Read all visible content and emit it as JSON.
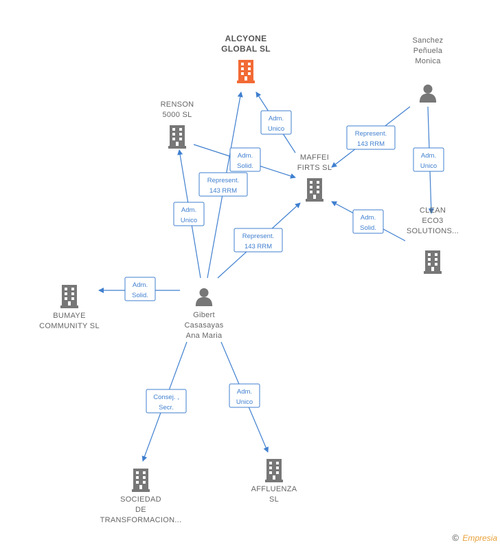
{
  "colors": {
    "edge": "#3f7fcf",
    "company": "#777777",
    "highlight": "#f26a35",
    "person": "#777777"
  },
  "nodes": {
    "alcyone": {
      "type": "company",
      "highlight": true,
      "lines": [
        "ALCYONE",
        "GLOBAL  SL"
      ]
    },
    "renson": {
      "type": "company",
      "lines": [
        "RENSON",
        "5000  SL"
      ]
    },
    "maffei": {
      "type": "company",
      "lines": [
        "MAFFEI",
        "FIRTS  SL"
      ]
    },
    "sanchez": {
      "type": "person",
      "lines": [
        "Sanchez",
        "Peñuela",
        "Monica"
      ]
    },
    "clean": {
      "type": "company",
      "lines": [
        "CLEAN",
        "ECO3",
        "SOLUTIONS..."
      ]
    },
    "bumaye": {
      "type": "company",
      "lines": [
        "BUMAYE",
        "COMMUNITY SL"
      ]
    },
    "gibert": {
      "type": "person",
      "lines": [
        "Gibert",
        "Casasayas",
        "Ana Maria"
      ]
    },
    "sociedad": {
      "type": "company",
      "lines": [
        "SOCIEDAD",
        "DE",
        "TRANSFORMACION..."
      ]
    },
    "affluenza": {
      "type": "company",
      "lines": [
        "AFFLUENZA",
        "SL"
      ]
    }
  },
  "edges": [
    {
      "from": "maffei",
      "to": "alcyone",
      "label": [
        "Adm.",
        "Unico"
      ]
    },
    {
      "from": "renson",
      "to": "maffei",
      "label": [
        "Adm.",
        "Solid."
      ]
    },
    {
      "from": "gibert",
      "to": "alcyone",
      "label": [
        "Represent.",
        "143 RRM"
      ]
    },
    {
      "from": "gibert",
      "to": "renson",
      "label": [
        "Adm.",
        "Unico"
      ]
    },
    {
      "from": "gibert",
      "to": "maffei",
      "label": [
        "Represent.",
        "143 RRM"
      ]
    },
    {
      "from": "sanchez",
      "to": "maffei",
      "label": [
        "Represent.",
        "143 RRM"
      ]
    },
    {
      "from": "sanchez",
      "to": "clean",
      "label": [
        "Adm.",
        "Unico"
      ]
    },
    {
      "from": "clean",
      "to": "maffei",
      "label": [
        "Adm.",
        "Solid."
      ]
    },
    {
      "from": "gibert",
      "to": "bumaye",
      "label": [
        "Adm.",
        "Solid."
      ]
    },
    {
      "from": "gibert",
      "to": "sociedad",
      "label": [
        "Consej. ,",
        "Secr."
      ]
    },
    {
      "from": "gibert",
      "to": "affluenza",
      "label": [
        "Adm.",
        "Unico"
      ]
    }
  ],
  "footer": {
    "copyright": "©",
    "brand": "Empresia"
  }
}
